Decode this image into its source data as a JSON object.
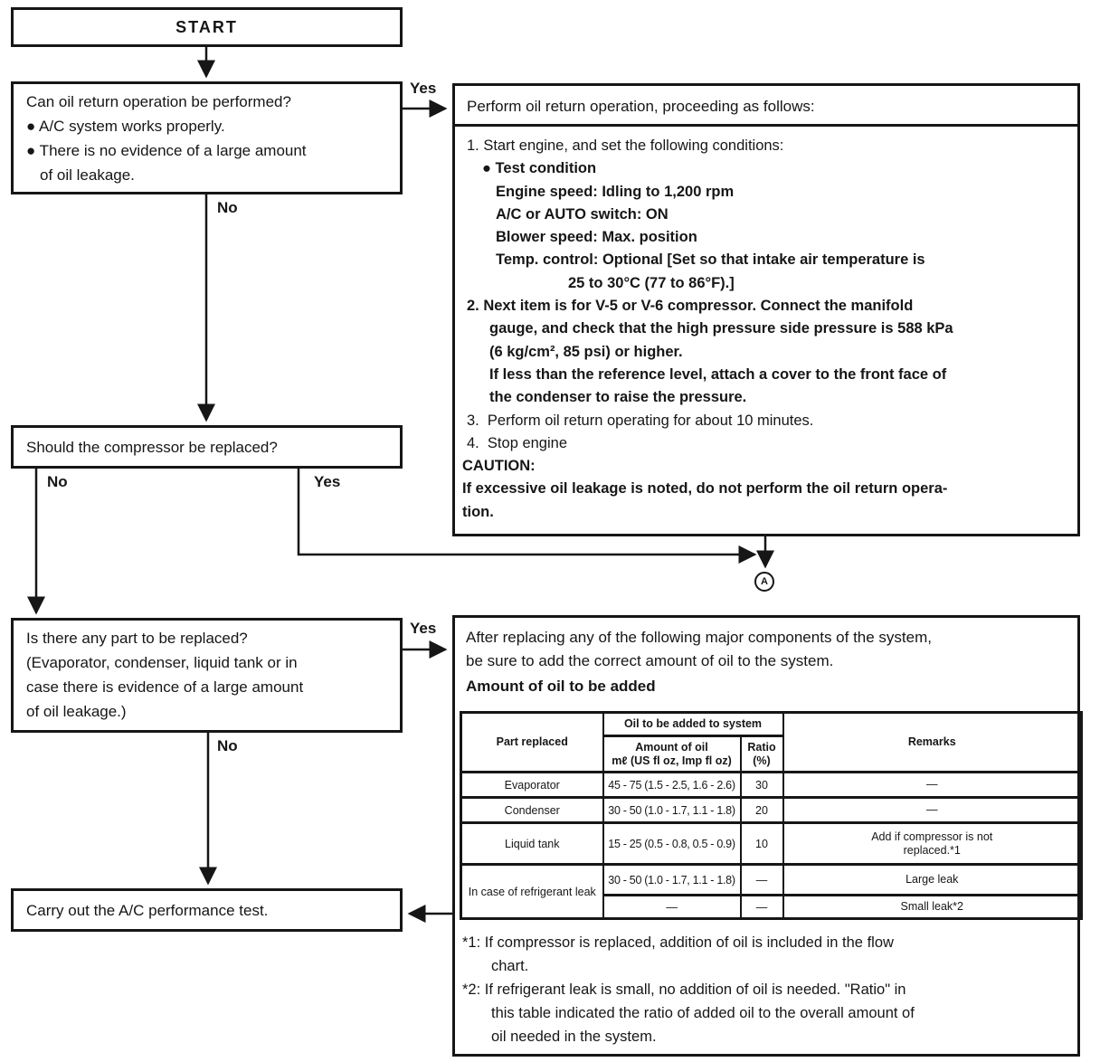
{
  "flowchart": {
    "start_label": "START",
    "q1": {
      "lines": [
        {
          "t": "Can oil return operation be performed?",
          "i": 0
        },
        {
          "t": "● A/C system works properly.",
          "i": 0
        },
        {
          "t": "● There is no evidence of a large amount",
          "i": 0
        },
        {
          "t": "of oil leakage.",
          "i": 1
        }
      ]
    },
    "q2_label": "Should the compressor be replaced?",
    "q3": {
      "lines": [
        "Is there any part to be replaced?",
        "(Evaporator, condenser, liquid tank or in",
        "case there is evidence of a large amount",
        "of oil leakage.)"
      ]
    },
    "final_label": "Carry out the A/C performance test.",
    "branch_labels": {
      "q1_yes": "Yes",
      "q1_no": "No",
      "q2_no": "No",
      "q2_yes": "Yes",
      "q3_yes": "Yes",
      "q3_no": "No"
    },
    "connector_a": "A"
  },
  "procedure_box": {
    "header": "Perform oil return operation, proceeding as follows:",
    "lines": [
      {
        "t": "1. Start engine, and set the following conditions:",
        "b": false,
        "i": "item"
      },
      {
        "t": "● Test condition",
        "b": true,
        "i": "bullet"
      },
      {
        "t": "Engine speed: Idling to 1,200 rpm",
        "b": true,
        "i": "cond"
      },
      {
        "t": "A/C or AUTO switch: ON",
        "b": true,
        "i": "cond"
      },
      {
        "t": "Blower speed: Max. position",
        "b": true,
        "i": "cond"
      },
      {
        "t": "Temp. control: Optional [Set so that intake air temperature is",
        "b": true,
        "i": "cond"
      },
      {
        "t": "25 to 30°C (77 to 86°F).]",
        "b": true,
        "i": "cond2"
      },
      {
        "t": "2. Next item is for V-5 or V-6 compressor. Connect the manifold",
        "b": true,
        "i": "item"
      },
      {
        "t": "gauge, and check that the high pressure side pressure is 588 kPa",
        "b": true,
        "i": "cont"
      },
      {
        "t": "(6 kg/cm², 85 psi) or higher.",
        "b": true,
        "i": "cont"
      },
      {
        "t": "If less than the reference level, attach a cover to the front face of",
        "b": true,
        "i": "cont"
      },
      {
        "t": "the condenser to raise the pressure.",
        "b": true,
        "i": "cont"
      },
      {
        "t": "3.  Perform oil return operating for about 10 minutes.",
        "b": false,
        "i": "item"
      },
      {
        "t": "4.  Stop engine",
        "b": false,
        "i": "item"
      },
      {
        "t": "CAUTION:",
        "b": true,
        "i": "plain"
      },
      {
        "t": "If excessive oil leakage is noted, do not perform the oil return opera-",
        "b": true,
        "i": "plain"
      },
      {
        "t": "tion.",
        "b": true,
        "i": "plain"
      }
    ]
  },
  "oil_box": {
    "intro_lines": [
      "After replacing any of the following major components of the system,",
      "be sure to add the correct amount of oil to the system."
    ],
    "table_title": "Amount of oil to be added",
    "table": {
      "col_part": "Part replaced",
      "col_group": "Oil to be added to system",
      "col_amount_1": "Amount of oil",
      "col_amount_2": "mℓ (US fl oz, Imp fl oz)",
      "col_ratio_1": "Ratio",
      "col_ratio_2": "(%)",
      "col_remarks": "Remarks",
      "rows": [
        {
          "part": "Evaporator",
          "amount": "45 - 75 (1.5 - 2.5, 1.6 - 2.6)",
          "ratio": "30",
          "remarks": "—"
        },
        {
          "part": "Condenser",
          "amount": "30 - 50 (1.0 - 1.7, 1.1 - 1.8)",
          "ratio": "20",
          "remarks": "—"
        },
        {
          "part": "Liquid tank",
          "amount": "15 - 25 (0.5 - 0.8, 0.5 - 0.9)",
          "ratio": "10",
          "remarks": "Add if compressor is not\nreplaced.*1"
        },
        {
          "part": "In case of refrigerant leak",
          "amount": "30 - 50 (1.0 - 1.7, 1.1 - 1.8)",
          "ratio": "—",
          "remarks": "Large leak"
        },
        {
          "part": "",
          "amount": "—",
          "ratio": "—",
          "remarks": "Small leak*2"
        }
      ]
    },
    "footnotes": [
      {
        "t": "*1: If compressor is replaced, addition of oil is included in the flow",
        "i": 0
      },
      {
        "t": "chart.",
        "i": 1
      },
      {
        "t": "*2: If refrigerant leak is small, no addition of oil is needed. \"Ratio\" in",
        "i": 0
      },
      {
        "t": "this table indicated the ratio of added oil to the overall amount of",
        "i": 1
      },
      {
        "t": "oil needed in the system.",
        "i": 1
      }
    ]
  }
}
